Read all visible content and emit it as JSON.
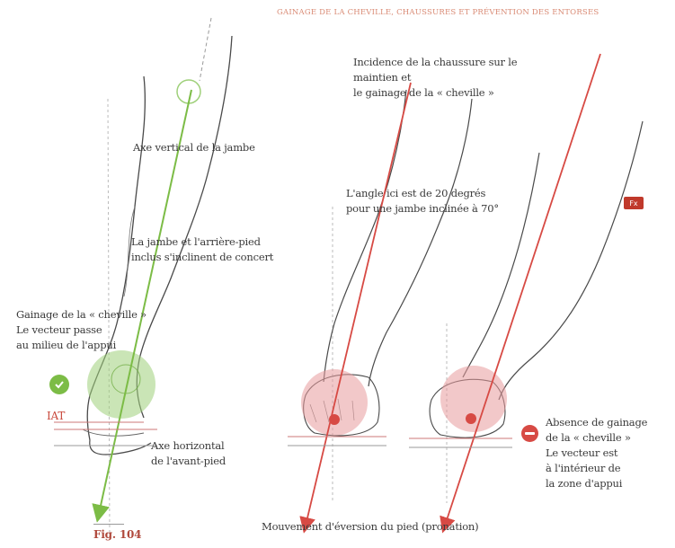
{
  "header": {
    "title": "GAINAGE DE LA CHEVILLE, CHAUSSURES ET PRÉVENTION DES ENTORSES"
  },
  "labels": {
    "axe_vertical": "Axe vertical de la jambe",
    "jambe_arriere_pied": "La jambe et l'arrière-pied\ninclus s'inclinent de concert",
    "gainage_cheville": "Gainage de la « cheville »\nLe vecteur passe\nau milieu de l'appui",
    "iat": "IAT",
    "axe_horizontal": "Axe horizontal\nde l'avant-pied",
    "fig": "Fig. 104",
    "incidence": "Incidence de la chaussure sur le\nmaintien et\nle gainage de la « cheville »",
    "angle": "L'angle ici est de 20 degrés\npour une jambe inclinée à 70°",
    "absence": "Absence de gainage\nde la « cheville »\nLe vecteur est\nà l'intérieur de\nla zone d'appui",
    "mouvement": "Mouvement d'éversion du pied (pronation)",
    "fx_badge": "Fx"
  },
  "icons": {
    "check": "check-icon",
    "no_entry": "no-entry-icon"
  },
  "colors": {
    "green": "#7cbc46",
    "red": "#d74a44",
    "green_zone": "#9fd07a",
    "red_zone": "#e79a9c",
    "header": "#d98a74"
  }
}
